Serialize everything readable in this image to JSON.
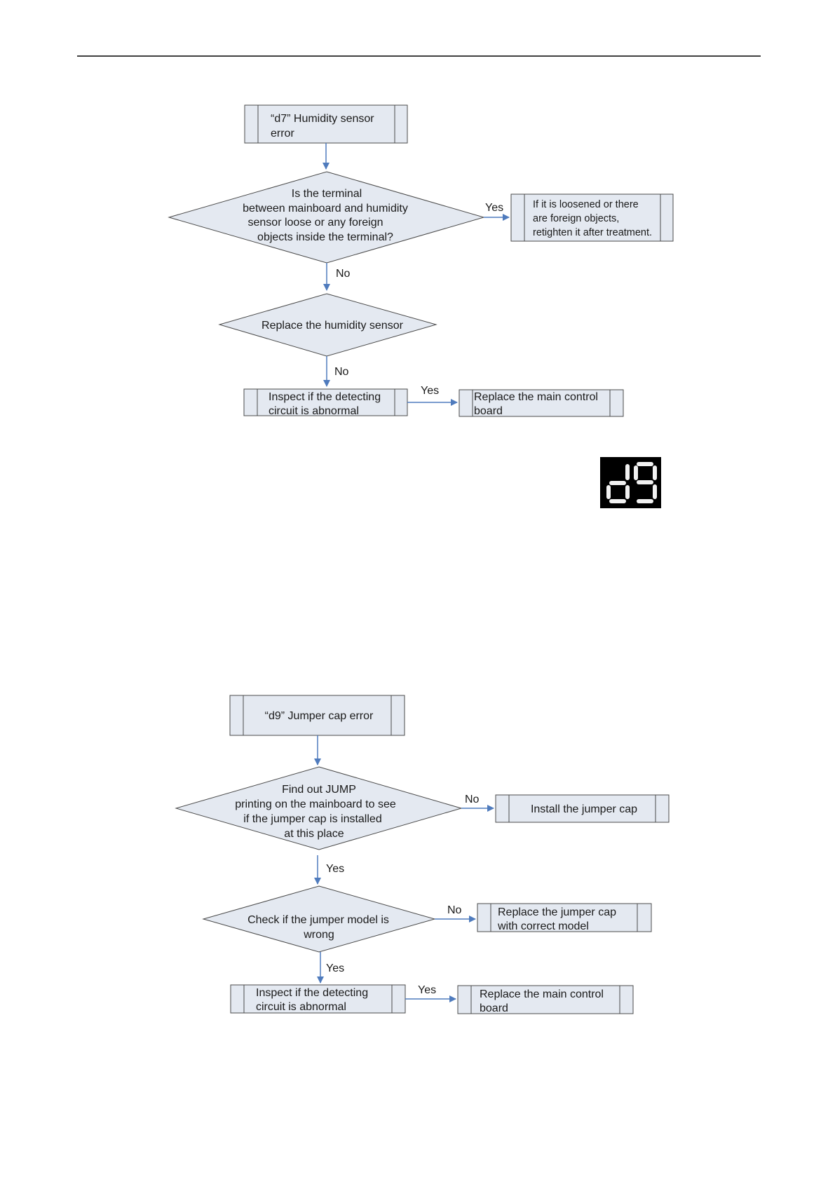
{
  "flow_d7": {
    "start": {
      "lines": [
        "“d7” Humidity sensor",
        "error"
      ]
    },
    "q1": {
      "lines": [
        "Is the terminal",
        "between mainboard and humidity",
        "sensor loose or any foreign",
        "objects inside the terminal?"
      ]
    },
    "q1_yes_label": "Yes",
    "q1_yes_box": {
      "lines": [
        "If it is loosened or there",
        "are foreign objects,",
        "retighten it after treatment."
      ]
    },
    "q1_no_label": "No",
    "q2": {
      "lines": [
        "Replace the humidity sensor"
      ]
    },
    "q2_no_label": "No",
    "inspect": {
      "lines": [
        "Inspect if the detecting",
        "circuit is abnormal"
      ]
    },
    "inspect_yes_label": "Yes",
    "replace_board": {
      "lines": [
        "Replace the main control",
        "board"
      ]
    }
  },
  "display_code": {
    "text": "d9",
    "icon": "seven-segment-display-icon",
    "bg": "#000000"
  },
  "flow_d9": {
    "start": {
      "lines": [
        "“d9” Jumper cap error"
      ]
    },
    "q1": {
      "lines": [
        "Find out JUMP",
        "printing on the mainboard to see",
        "if the jumper cap is installed",
        "at this place"
      ]
    },
    "q1_no_label": "No",
    "q1_no_box": {
      "lines": [
        "Install the jumper cap"
      ]
    },
    "q1_yes_label": "Yes",
    "q2": {
      "lines": [
        "Check if the jumper model is",
        "wrong"
      ]
    },
    "q2_no_label": "No",
    "q2_no_box": {
      "lines": [
        "Replace the jumper cap",
        "with correct model"
      ]
    },
    "q2_yes_label": "Yes",
    "inspect": {
      "lines": [
        "Inspect if the detecting",
        "circuit is abnormal"
      ]
    },
    "inspect_yes_label": "Yes",
    "replace_board": {
      "lines": [
        "Replace the main control",
        "board"
      ]
    }
  },
  "colors": {
    "node_fill": "#e4e9f1",
    "edge": "#4f7bbd",
    "border": "#4a4a4a"
  }
}
